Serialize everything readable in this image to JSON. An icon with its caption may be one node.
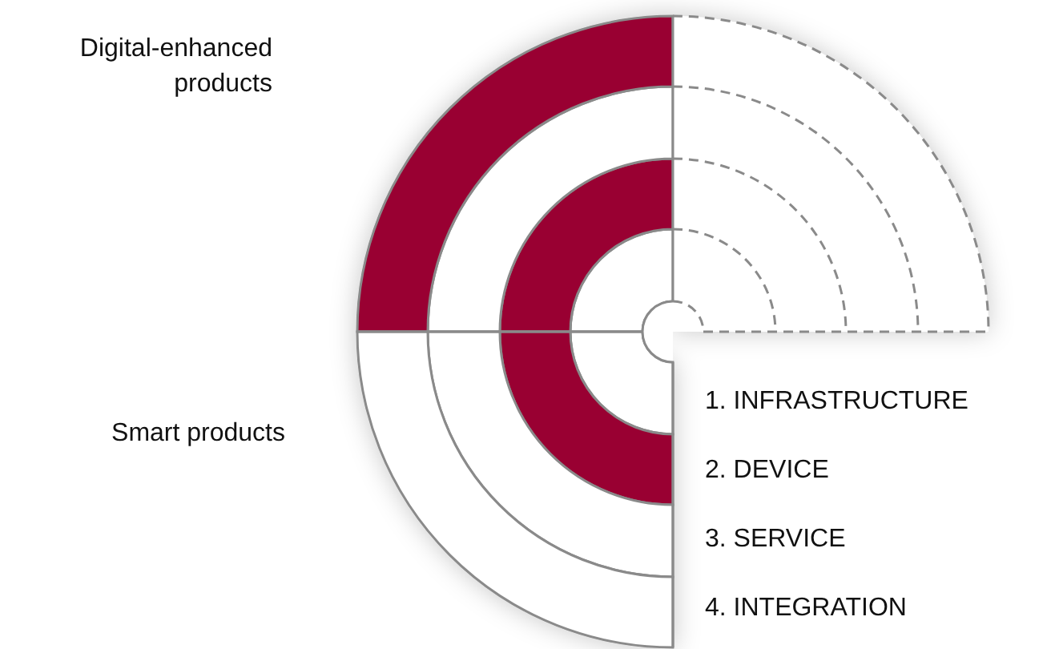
{
  "diagram": {
    "labels": [
      "Digital-enhanced products",
      "Smart products",
      "1. INFRASTRUCTURE",
      "2. DEVICE",
      "3. SERVICE",
      "4. INTEGRATION"
    ]
  }
}
